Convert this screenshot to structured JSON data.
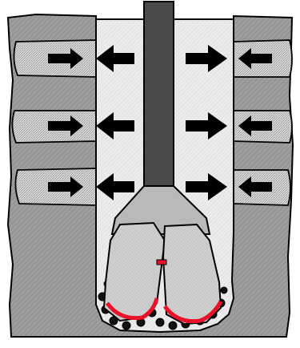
{
  "colors": {
    "background": "#ffffff",
    "rock": "#9e9e9e",
    "rock_outline": "#000000",
    "pressure_layer": "#cfcfcf",
    "borehole": "#ececec",
    "drill_pipe": "#4a4a4a",
    "bit_body": "#b9b9b9",
    "cone": "#cfcfcf",
    "cone_accent": "#e8132b",
    "cutter_teeth": "#111111",
    "arrow": "#000000"
  },
  "icons": {
    "arrow_inward": "arrow-inward-icon",
    "arrow_outward": "arrow-outward-icon"
  },
  "pressure_rows": [
    {
      "id": "upper-layer"
    },
    {
      "id": "middle-layer"
    },
    {
      "id": "lower-layer"
    }
  ]
}
